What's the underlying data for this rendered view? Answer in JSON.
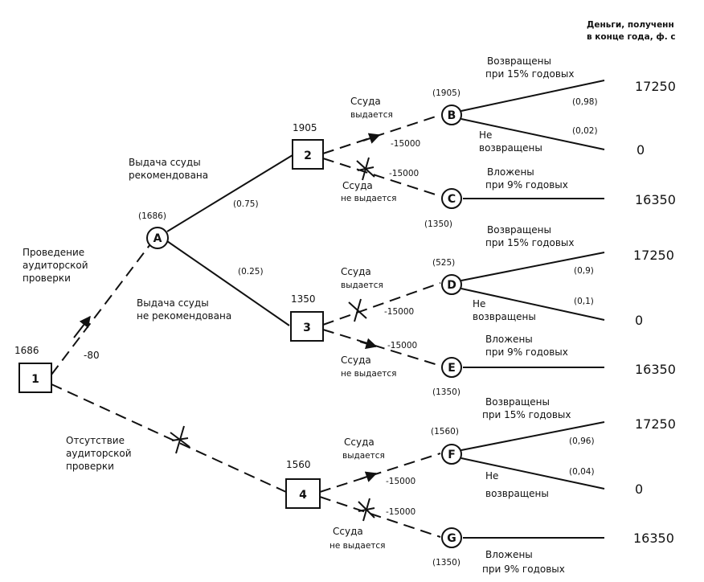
{
  "header": {
    "line1": "Деньги, полученн",
    "line2": "в конце года, ф. с"
  },
  "decisions": [
    {
      "id": "d1",
      "label": "1",
      "value": "1686"
    },
    {
      "id": "d2",
      "label": "2",
      "value": "1905"
    },
    {
      "id": "d3",
      "label": "3",
      "value": "1350"
    },
    {
      "id": "d4",
      "label": "4",
      "value": "1560"
    }
  ],
  "chances": [
    {
      "id": "A",
      "label": "A",
      "value": "(1686)"
    },
    {
      "id": "B",
      "label": "B",
      "value": "(1905)"
    },
    {
      "id": "C",
      "label": "C",
      "value": "(1350)"
    },
    {
      "id": "D",
      "label": "D",
      "value": "(525)"
    },
    {
      "id": "E",
      "label": "E",
      "value": "(1350)"
    },
    {
      "id": "F",
      "label": "F",
      "value": "(1560)"
    },
    {
      "id": "G",
      "label": "G",
      "value": "(1350)"
    }
  ],
  "branches": {
    "audit": {
      "line1": "Проведение",
      "line2": "аудиторской",
      "line3": "проверки",
      "cost": "-80"
    },
    "no_audit": {
      "line1": "Отсутствие",
      "line2": "аудиторской",
      "line3": "проверки"
    },
    "recommended": {
      "line1": "Выдача ссуды",
      "line2": "рекомендована",
      "prob": "(0.75)"
    },
    "not_recommended": {
      "line1": "Выдача ссуды",
      "line2": "не рекомендована",
      "prob": "(0.25)"
    },
    "loan_given": {
      "line1": "Ссуда",
      "line2": "выдается"
    },
    "loan_not_given": {
      "line1": "Ссуда",
      "line2": "не выдается"
    },
    "cost": "-15000",
    "returned": {
      "line1": "Возвращены",
      "line2": "при 15% годовых"
    },
    "not_returned": {
      "line1": "Не",
      "line2": "возвращены"
    },
    "invested": {
      "line1": "Вложены",
      "line2": "при 9% годовых"
    }
  },
  "probabilities": {
    "B_yes": "(0,98)",
    "B_no": "(0,02)",
    "D_yes": "(0,9)",
    "D_no": "(0,1)",
    "F_yes": "(0,96)",
    "F_no": "(0,04)"
  },
  "payoffs": [
    "17250",
    "0",
    "16350",
    "17250",
    "0",
    "16350",
    "17250",
    "0",
    "16350"
  ]
}
